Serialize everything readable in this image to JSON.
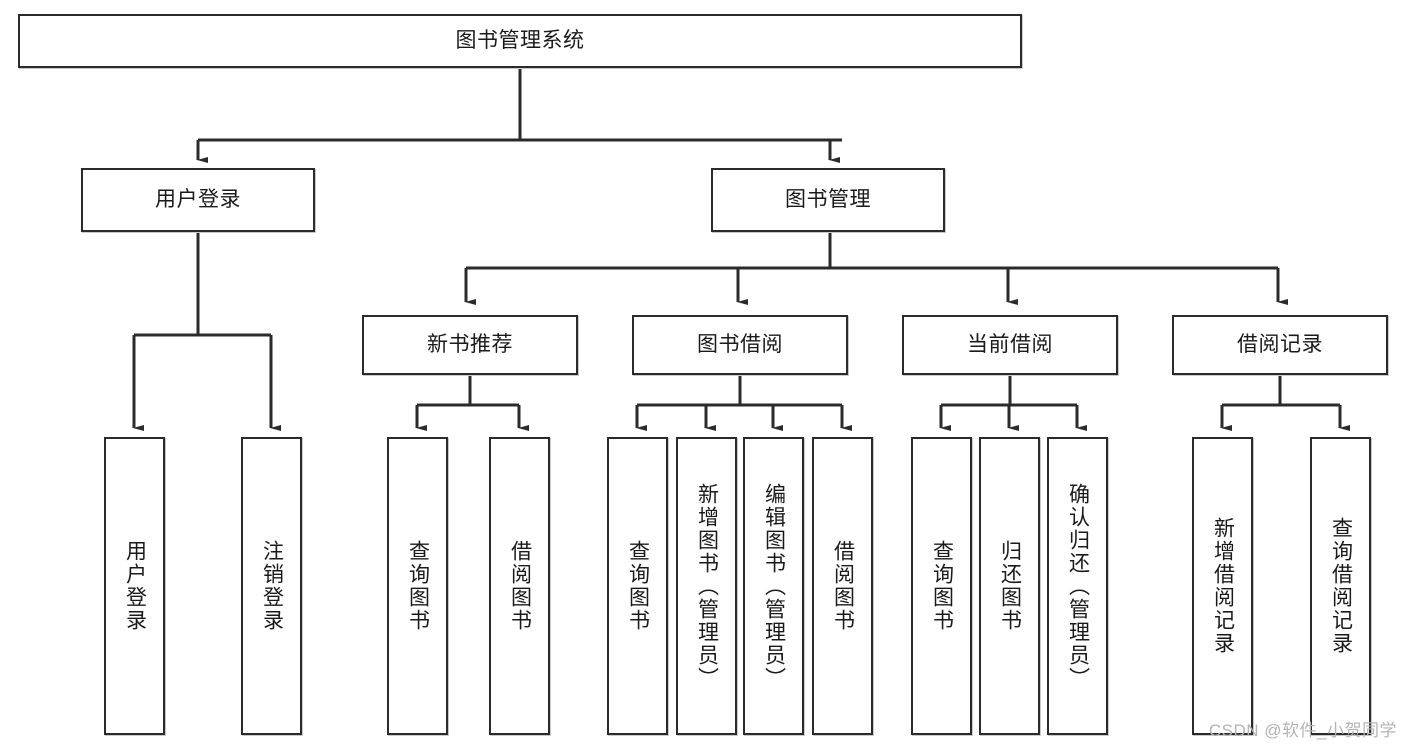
{
  "diagram": {
    "type": "tree",
    "title": "图书管理系统",
    "orientation": "top-down",
    "colors": {
      "stroke": "#2b2b2b",
      "fill": "#ffffff",
      "text": "#1a1a1a",
      "watermark": "#b4b4b4",
      "background": "#ffffff"
    },
    "root": {
      "label": "图书管理系统"
    },
    "level2": [
      {
        "label": "用户登录"
      },
      {
        "label": "图书管理"
      }
    ],
    "level3": [
      {
        "label": "新书推荐"
      },
      {
        "label": "图书借阅"
      },
      {
        "label": "当前借阅"
      },
      {
        "label": "借阅记录"
      }
    ],
    "leaves": {
      "user_login": [
        {
          "label": "用户登录"
        },
        {
          "label": "注销登录"
        }
      ],
      "new_book_recommend": [
        {
          "label": "查询图书"
        },
        {
          "label": "借阅图书"
        }
      ],
      "book_borrow": [
        {
          "label": "查询图书"
        },
        {
          "label": "新增图书（管理员）"
        },
        {
          "label": "编辑图书（管理员）"
        },
        {
          "label": "借阅图书"
        }
      ],
      "current_borrow": [
        {
          "label": "查询图书"
        },
        {
          "label": "归还图书"
        },
        {
          "label": "确认归还（管理员）"
        }
      ],
      "borrow_record": [
        {
          "label": "新增借阅记录"
        },
        {
          "label": "查询借阅记录"
        }
      ]
    }
  },
  "watermark": {
    "text": "CSDN @软件_小贺同学"
  }
}
